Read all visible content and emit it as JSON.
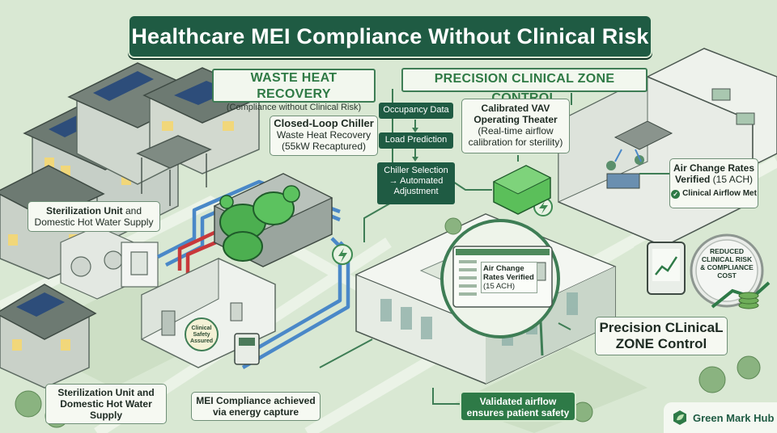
{
  "title": "Healthcare MEI Compliance Without Clinical Risk",
  "banners": {
    "waste_heat_title": "WASTE HEAT RECOVERY",
    "waste_heat_sub": "(Compliance without Clinical Risk)",
    "precision_title": "PRECISION CLINICAL ZONE CONTROL"
  },
  "chiller": {
    "title": "Closed-Loop Chiller",
    "line1": "Waste Heat Recovery",
    "line2": "(55kW Recaptured)"
  },
  "flow_steps": [
    "Occupancy Data",
    "Load Prediction",
    "Chiller Selection",
    "→ Automated",
    "Adjustment"
  ],
  "vav": {
    "title1": "Calibrated VAV",
    "title2": "Operating Theater",
    "line1": "(Real-time airflow",
    "line2": "calibration for sterility)"
  },
  "air_change": {
    "title1": "Air Change Rates",
    "title2": "Verified",
    "value": "(15 ACH)",
    "badge": "Clinical Airflow Met"
  },
  "sterilization_top": {
    "bold": "Sterilization Unit",
    "rest1": "and",
    "rest2": "Domestic Hot Water Supply"
  },
  "sterilization_bottom": {
    "line1": "Sterilization Unit and",
    "line2": "Domestic Hot Water",
    "line3": "Supply"
  },
  "clinical_safety": {
    "line1": "Clinical",
    "line2": "Safety",
    "line3": "Assured"
  },
  "mei_compliance": {
    "line1": "MEI Compliance achieved",
    "line2": "via energy capture"
  },
  "screen": {
    "line1": "Air Change",
    "line2": "Rates Verified",
    "line3": "(15 ACH)"
  },
  "reduced_risk": {
    "line1": "REDUCED",
    "line2": "CLINICAL RISK",
    "line3": "& COMPLIANCE",
    "line4": "COST"
  },
  "precision_zone": {
    "line1": "Precision CLinicaL",
    "line2": "ZONE Control"
  },
  "validated": {
    "line1": "Validated airflow",
    "line2": "ensures patient safety"
  },
  "logo": "Green Mark Hub",
  "colors": {
    "background": "#d9e8d3",
    "title_bg": "#1f5b43",
    "accent_green": "#2f7a45",
    "pipe_blue": "#4a88c8",
    "pipe_red": "#c8383a",
    "chiller_green": "#4caf50"
  }
}
